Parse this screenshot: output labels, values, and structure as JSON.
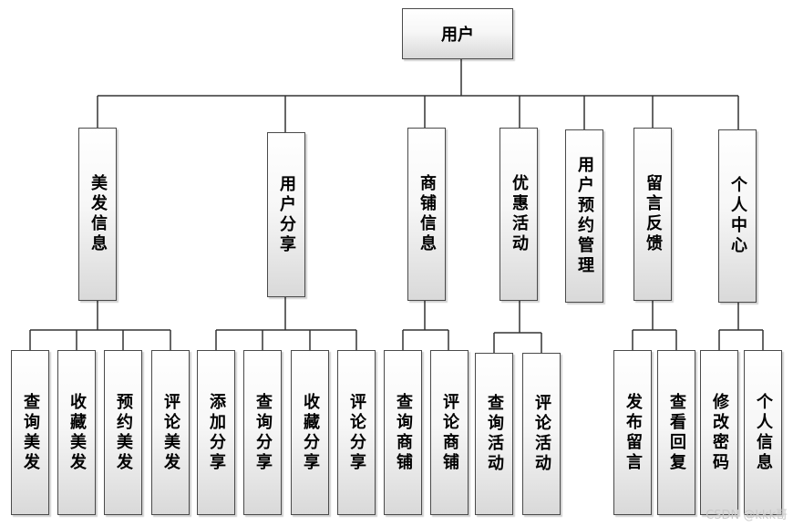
{
  "root": "用户",
  "modules": [
    {
      "label": "美发信息",
      "children": [
        "查询美发",
        "收藏美发",
        "预约美发",
        "评论美发"
      ]
    },
    {
      "label": "用户分享",
      "children": [
        "添加分享",
        "查询分享",
        "收藏分享",
        "评论分享"
      ]
    },
    {
      "label": "商铺信息",
      "children": [
        "查询商铺",
        "评论商铺"
      ]
    },
    {
      "label": "优惠活动",
      "children": [
        "查询活动",
        "评论活动"
      ]
    },
    {
      "label": "用户预约管理",
      "children": []
    },
    {
      "label": "留言反馈",
      "children": [
        "发布留言",
        "查看回复"
      ]
    },
    {
      "label": "个人中心",
      "children": [
        "修改密码",
        "个人信息"
      ]
    }
  ],
  "watermark": "CSDN @kkk哥"
}
